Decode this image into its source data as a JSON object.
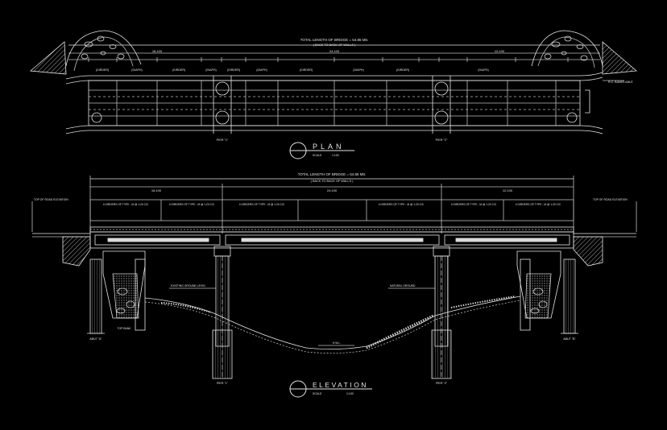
{
  "plan": {
    "title": "PLAN",
    "scale": "SCALE",
    "scale_value": "1:100",
    "total_length_label": "TOTAL LENGTH OF BRIDGE = 54.85 Mtr.",
    "total_length_sub": "( BACK TO BACK OF WALLS )",
    "span_dims": [
      "18.100",
      "24.100",
      "12.100"
    ],
    "pier_label_left": "PIER \"1\"",
    "pier_label_right": "PIER \"2\"",
    "bank_label": "R.C. BANKS ABUT.",
    "girder_labels": [
      "(GIRDER)",
      "(DIAPH)",
      "(GIRDER)",
      "(DIAPH)",
      "(GIRDER)",
      "(DIAPH)",
      "(GIRDER)",
      "(DIAPH)",
      "(GIRDER)",
      "(DIAPH)"
    ]
  },
  "elevation": {
    "title": "ELEVATION",
    "scale": "SCALE",
    "scale_value": "1:100",
    "total_length_label": "TOTAL LENGTH OF BRIDGE = 54.85 Mtr.",
    "total_length_sub": "( BACK TO BACK OF WALLS )",
    "span_dims": [
      "18.100",
      "24.100",
      "12.100"
    ],
    "panel_notes": [
      "4 GIRDERS OF TYPE - M @ 1.20 C/C",
      "4 GIRDERS OF TYPE - M @ 1.20 C/C",
      "4 GIRDERS OF TYPE - M @ 1.20 C/C",
      "4 GIRDERS OF TYPE - M @ 1.20 C/C",
      "4 GIRDERS OF TYPE - M @ 1.20 C/C",
      "4 GIRDERS OF TYPE - M @ 1.20 C/C"
    ],
    "left_note": "TOP OF ROAD ELEVATION",
    "right_note": "TOP OF ROAD ELEVATION",
    "abut_left": "ABUT \"A\"",
    "abut_right": "ABUT \"B\"",
    "pier_left": "PIER \"1\"",
    "pier_right": "PIER \"2\"",
    "ground_note_left": "EXISTING GROUND LEVEL",
    "ground_note_right": "NATURAL GROUND",
    "water_label": "H.W.L.",
    "top_bank_label": "TOP BANK"
  },
  "colors": {
    "background": "#000000",
    "line": "#e6e6e6",
    "dim": "#bdbdbd"
  }
}
